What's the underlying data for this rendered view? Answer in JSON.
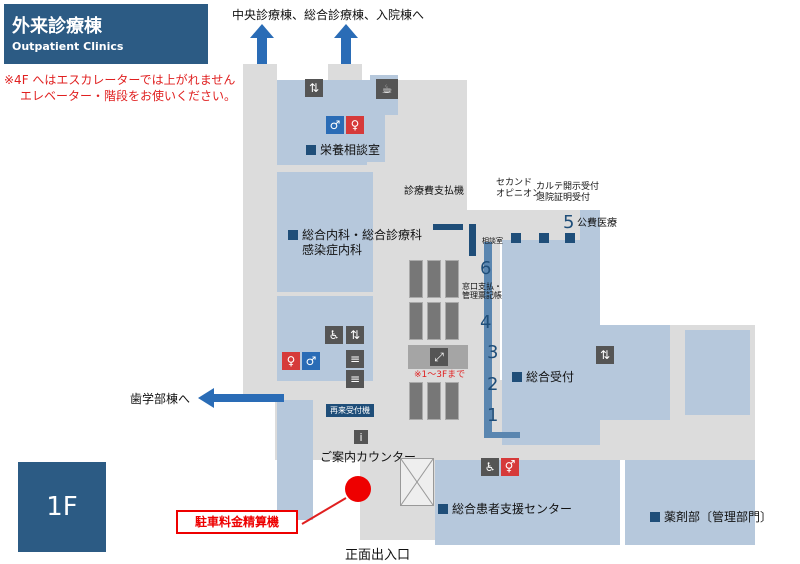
{
  "header": {
    "title": "外来診療棟",
    "subtitle": "Outpatient Clinics"
  },
  "notice": {
    "line1": "※4F へはエスカレーターでは上がれません",
    "line2": "エレベーター・階段をお使いください。"
  },
  "floor": {
    "label": "1F"
  },
  "directions": {
    "north": "中央診療棟、総合診療棟、入院棟へ",
    "west": "歯学部棟へ",
    "entrance": "正面出入口"
  },
  "rooms": {
    "nutrition": "栄養相談室",
    "internal_line1": "総合内科・総合診療科",
    "internal_line2": "感染症内科",
    "reception": "総合受付",
    "info_counter": "ご案内カウンター",
    "support_center": "総合患者支援センター",
    "pharmacy": "薬剤部〔管理部門〕",
    "public_medicine": "公費医療"
  },
  "small_labels": {
    "payment_machine": "診療費支払機",
    "second_opinion_line1": "セカンド",
    "second_opinion_line2": "オピニオン",
    "chart_line1": "カルテ開示受付",
    "chart_line2": "退院証明受付",
    "consult": "相談室",
    "window_line1": "窓口支払・",
    "window_line2": "管理票記帳",
    "revisit": "再来受付機",
    "escalator_note": "※1～3Fまで",
    "parking": "駐車料金精算機"
  },
  "counter_numbers": [
    "6",
    "5",
    "4",
    "3",
    "2",
    "1"
  ],
  "icons": [
    "elevator-icon",
    "cafe-icon",
    "restroom-male-icon",
    "restroom-female-icon",
    "accessible-icon",
    "escalator-icon",
    "info-icon"
  ],
  "colors": {
    "header_bg": "#2c5b84",
    "room": "#b6c8dc",
    "corridor": "#dcdcdc",
    "accent_blue": "#2a6cb6",
    "notice_red": "#e02020",
    "marker_red": "#ee0000"
  }
}
